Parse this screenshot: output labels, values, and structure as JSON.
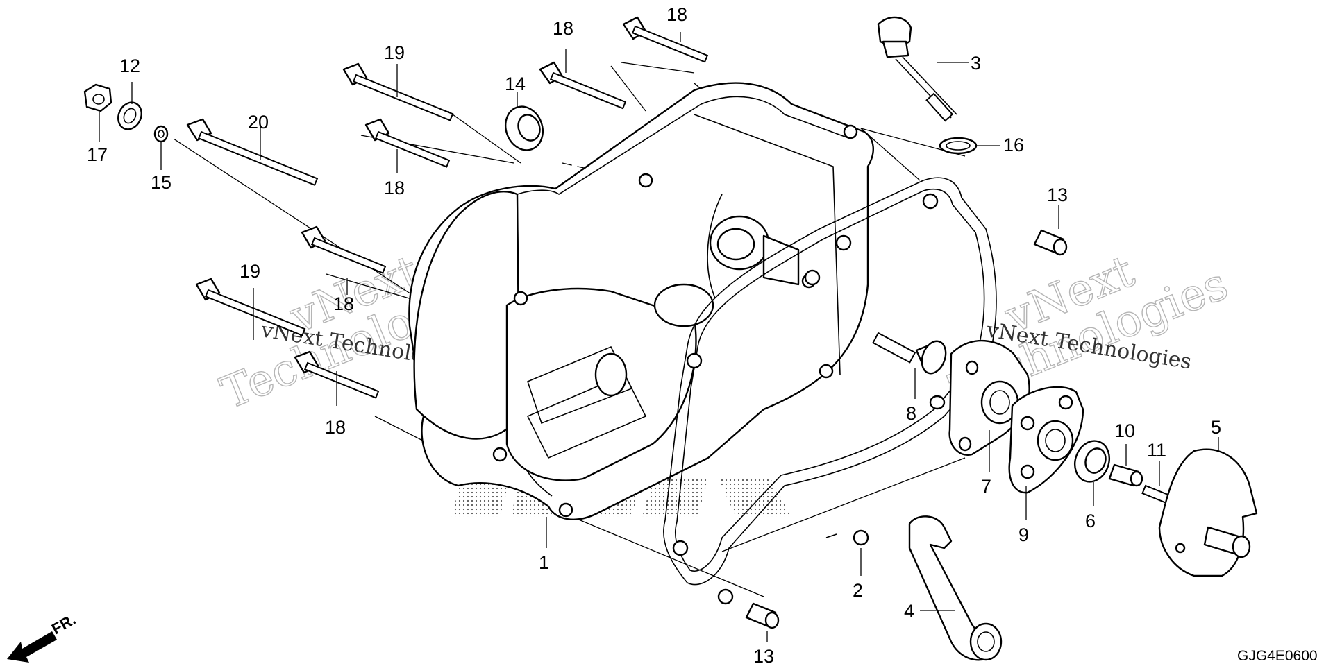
{
  "callouts": [
    {
      "id": "c1",
      "label": "1"
    },
    {
      "id": "c2",
      "label": "2"
    },
    {
      "id": "c3",
      "label": "3"
    },
    {
      "id": "c4",
      "label": "4"
    },
    {
      "id": "c5",
      "label": "5"
    },
    {
      "id": "c6",
      "label": "6"
    },
    {
      "id": "c7",
      "label": "7"
    },
    {
      "id": "c8",
      "label": "8"
    },
    {
      "id": "c9",
      "label": "9"
    },
    {
      "id": "c10",
      "label": "10"
    },
    {
      "id": "c11",
      "label": "11"
    },
    {
      "id": "c12",
      "label": "12"
    },
    {
      "id": "c13a",
      "label": "13"
    },
    {
      "id": "c13b",
      "label": "13"
    },
    {
      "id": "c14",
      "label": "14"
    },
    {
      "id": "c15",
      "label": "15"
    },
    {
      "id": "c16",
      "label": "16"
    },
    {
      "id": "c17",
      "label": "17"
    },
    {
      "id": "c18a",
      "label": "18"
    },
    {
      "id": "c18b",
      "label": "18"
    },
    {
      "id": "c18c",
      "label": "18"
    },
    {
      "id": "c18d",
      "label": "18"
    },
    {
      "id": "c18e",
      "label": "18"
    },
    {
      "id": "c19a",
      "label": "19"
    },
    {
      "id": "c19b",
      "label": "19"
    },
    {
      "id": "c20",
      "label": "20"
    }
  ],
  "watermarks": {
    "left_large_1": "vNext",
    "left_large_2": "Technologies",
    "left_small": "vNext Technologies",
    "right_large_1": "vNext",
    "right_large_2": "Technologies",
    "right_small": "vNext Technologies"
  },
  "diagram_code": "GJG4E0600",
  "direction_label": "FR."
}
